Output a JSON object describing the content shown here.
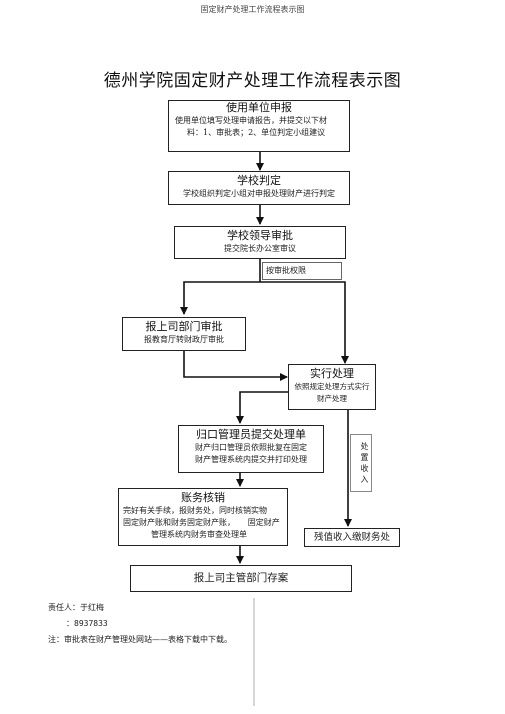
{
  "page_header": "固定财产处理工作流程表示图",
  "title": "德州学院固定财产处理工作流程表示图",
  "boxes": {
    "apply": {
      "heading": "使用单位申报",
      "line1": "使用单位填写处理申请报告，并提交以下材",
      "line2": "料：1、审批表；2、单位判定小组建议"
    },
    "judge": {
      "heading": "学校判定",
      "line1": "学校组织判定小组对申报处理财产进行判定"
    },
    "leader": {
      "heading": "学校领导审批",
      "line1": "提交院长办公室审议"
    },
    "by_authority": "按审批权限",
    "report_superior": {
      "heading": "报上司部门审批",
      "line1": "报教育厅转财政厅审批"
    },
    "execute": {
      "heading": "实行处理",
      "line1": "依照规定处理方式实行",
      "line2": "财产处理"
    },
    "admin_submit": {
      "heading": "归口管理员提交处理单",
      "line1": "财产归口管理员依照批复在固定",
      "line2": "财产管理系统内提交并打印处理"
    },
    "disposal_income": "处置收入",
    "accounts": {
      "heading": "账务核销",
      "line1": "完好有关手续，报财务处，同时核销实物",
      "line2": "固定财产账和财务固定财产账，     固定财产",
      "line3": "管理系统内财务审查处理单"
    },
    "residual": "残值收入缴财务处",
    "archive": "报上司主管部门存案"
  },
  "footer": {
    "responsible": "责任人：于红梅",
    "phone": "：8937833",
    "note": "注：审批表在财产管理处网站——表格下载中下载。"
  }
}
